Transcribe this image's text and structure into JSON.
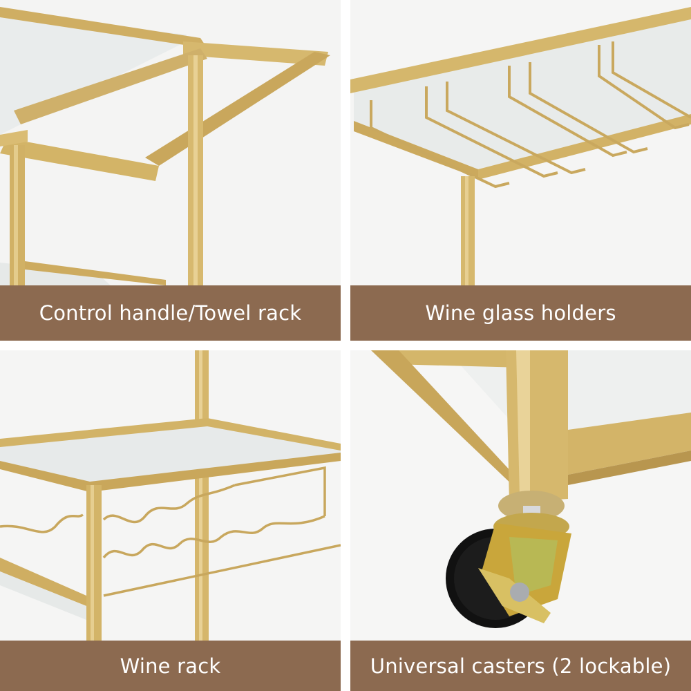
{
  "panels": [
    {
      "caption": "Control handle/Towel rack",
      "icon": "control-handle-towel-rack-photo"
    },
    {
      "caption": "Wine glass holders",
      "icon": "wine-glass-holders-photo"
    },
    {
      "caption": "Wine rack",
      "icon": "wine-rack-photo"
    },
    {
      "caption": "Universal casters (2 lockable)",
      "icon": "caster-wheel-photo"
    }
  ],
  "colors": {
    "caption_background": "#8c6a50",
    "caption_text": "#ffffff",
    "frame_gold": "#d4b46a"
  }
}
